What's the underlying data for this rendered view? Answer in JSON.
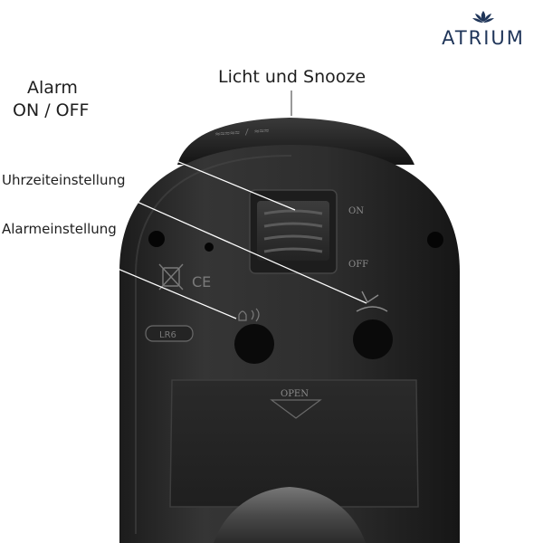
{
  "brand": {
    "name": "ATRIUM",
    "color": "#1f3559"
  },
  "labels": {
    "light_snooze": "Licht und Snooze",
    "alarm_line1": "Alarm",
    "alarm_line2": "ON / OFF",
    "time_setting": "Uhrzeiteinstellung",
    "alarm_setting": "Alarmeinstellung"
  },
  "device": {
    "switch_on": "ON",
    "switch_off": "OFF",
    "battery_cover": "OPEN",
    "body_color": "#2b2b2b",
    "battery_size": "LR6"
  }
}
